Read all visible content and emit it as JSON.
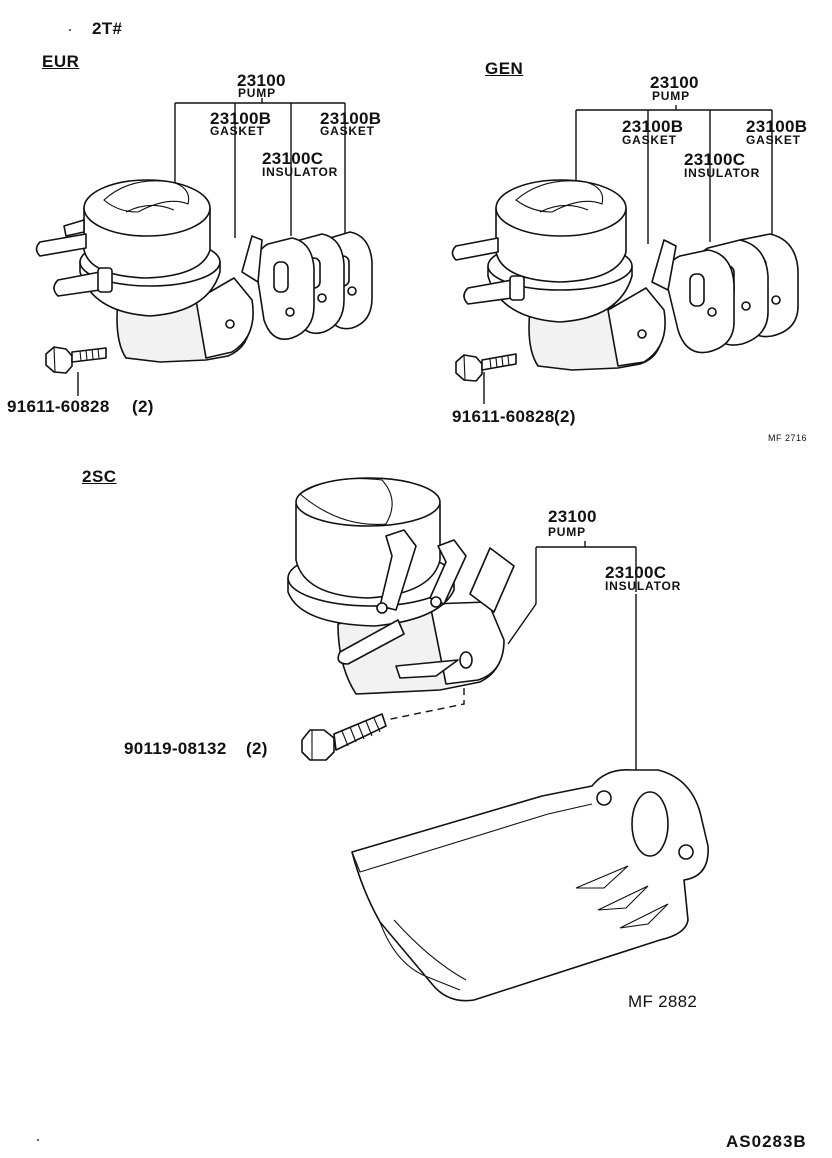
{
  "header": {
    "model": "2T#"
  },
  "sections": {
    "eur": {
      "title": "EUR",
      "pump": {
        "number": "23100",
        "name": "PUMP"
      },
      "gasket_1": {
        "number": "23100B",
        "name": "GASKET"
      },
      "gasket_2": {
        "number": "23100B",
        "name": "GASKET"
      },
      "insulator": {
        "number": "23100C",
        "name": "INSULATOR"
      },
      "bolt": {
        "number": "91611-60828",
        "qty": "(2)"
      }
    },
    "gen": {
      "title": "GEN",
      "pump": {
        "number": "23100",
        "name": "PUMP"
      },
      "gasket_1": {
        "number": "23100B",
        "name": "GASKET"
      },
      "gasket_2": {
        "number": "23100B",
        "name": "GASKET"
      },
      "insulator": {
        "number": "23100C",
        "name": "INSULATOR"
      },
      "bolt": {
        "number": "91611-60828",
        "qty": "(2)"
      },
      "figure_code": "MF 2716"
    },
    "sc": {
      "title": "2SC",
      "pump": {
        "number": "23100",
        "name": "PUMP"
      },
      "insulator": {
        "number": "23100C",
        "name": "INSULATOR"
      },
      "bolt": {
        "number": "90119-08132",
        "qty": "(2)"
      },
      "figure_code": "MF 2882"
    }
  },
  "footer": {
    "code": "AS0283B"
  }
}
